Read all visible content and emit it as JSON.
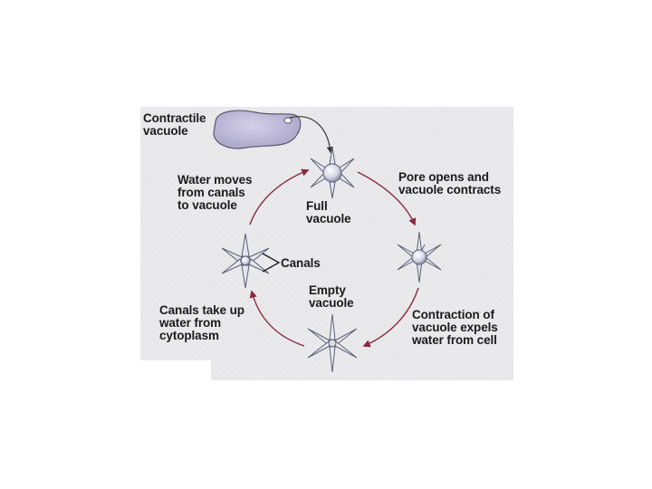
{
  "labels": {
    "contractile_vacuole": "Contractile\nvacuole",
    "water_moves": "Water moves\nfrom canals\nto vacuole",
    "full_vacuole": "Full\nvacuole",
    "pore_opens": "Pore opens and\nvacuole contracts",
    "canals": "Canals",
    "empty_vacuole": "Empty\nvacuole",
    "canals_take_up": "Canals take up\nwater from\ncytoplasm",
    "contraction": "Contraction of\nvacuole expels\nwater from cell"
  },
  "colors": {
    "panel": "#eeeef1",
    "cycle_arrow": "#8a2a3c",
    "text": "#1b1b1b",
    "organism_fill": "#b7b3d2",
    "organism_stroke": "#5a5670"
  }
}
